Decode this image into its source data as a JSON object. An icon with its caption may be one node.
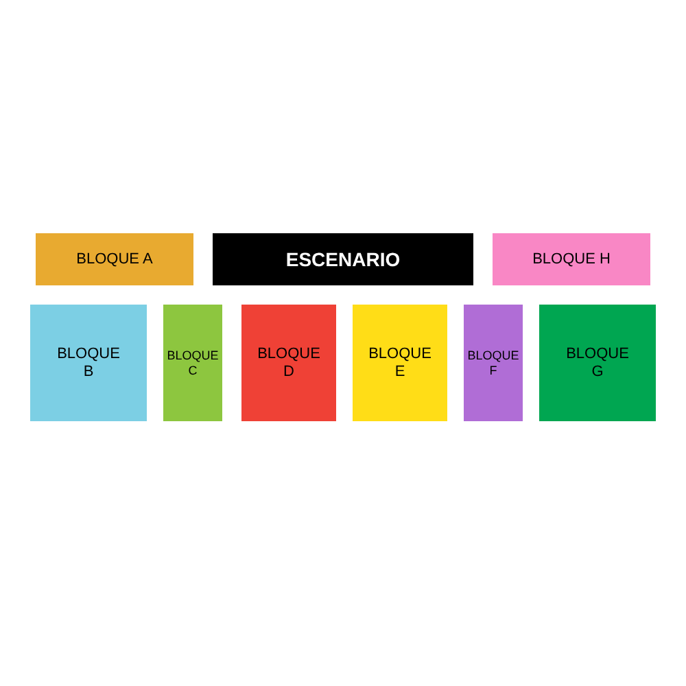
{
  "diagram": {
    "nodes": [
      {
        "text": [
          "BLOQUE A"
        ]
      },
      {
        "text": [
          "ESCENARIO"
        ]
      },
      {
        "text": [
          "BLOQUE H"
        ]
      },
      {
        "text": [
          "BLOQUE B"
        ]
      },
      {
        "text": [
          "BLOQUE C"
        ]
      },
      {
        "text": [
          "BLOQUE D"
        ]
      },
      {
        "text": [
          "BLOQUE E"
        ]
      },
      {
        "text": [
          "BLOQUE F"
        ]
      },
      {
        "text": [
          "BLOQUE G"
        ]
      }
    ]
  }
}
